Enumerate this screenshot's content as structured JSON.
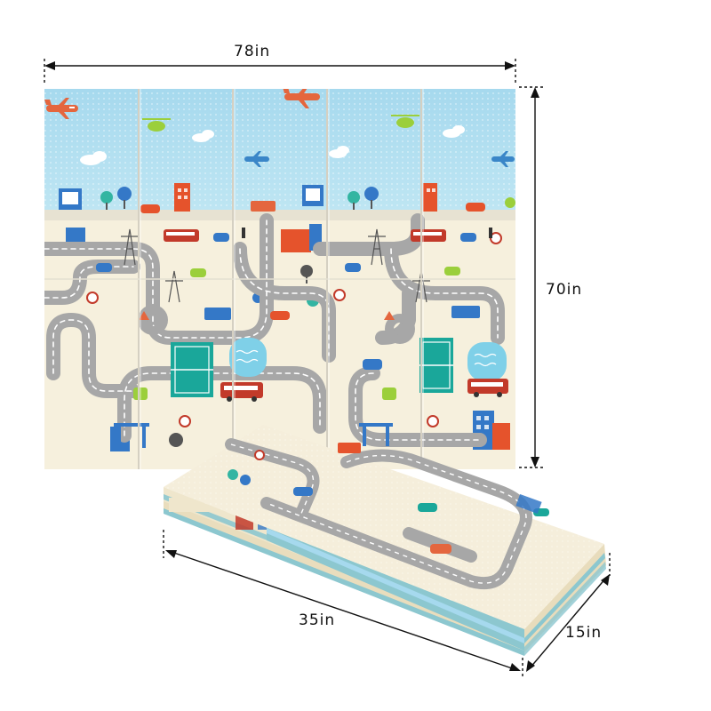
{
  "dimensions": {
    "width_top": "78in",
    "height_right": "70in",
    "length_folded": "35in",
    "depth_folded": "15in"
  },
  "colors": {
    "sky": "#a9dcef",
    "sky_light": "#d7f0f8",
    "cream": "#f6f0dd",
    "road": "#a7a7a7",
    "road_line": "#ffffff",
    "court": "#1aa79a",
    "pond": "#7fd0e8",
    "edge_blue": "#8cc7cf",
    "edge_cream": "#efe6cc",
    "building_red": "#e5532c",
    "building_blue": "#3478c7",
    "bus_red": "#c23a2a",
    "plane_red": "#e4663e",
    "tree_green": "#33b5a2",
    "car_green": "#9bcf3b"
  },
  "icons": [
    "airplane-icon",
    "helicopter-icon",
    "cloud-icon",
    "building-icon",
    "tree-icon",
    "car-icon",
    "bus-icon",
    "truck-icon",
    "traffic-light-icon",
    "power-tower-icon",
    "tennis-court-icon",
    "pond-icon",
    "stop-sign-icon",
    "gas-station-icon"
  ]
}
